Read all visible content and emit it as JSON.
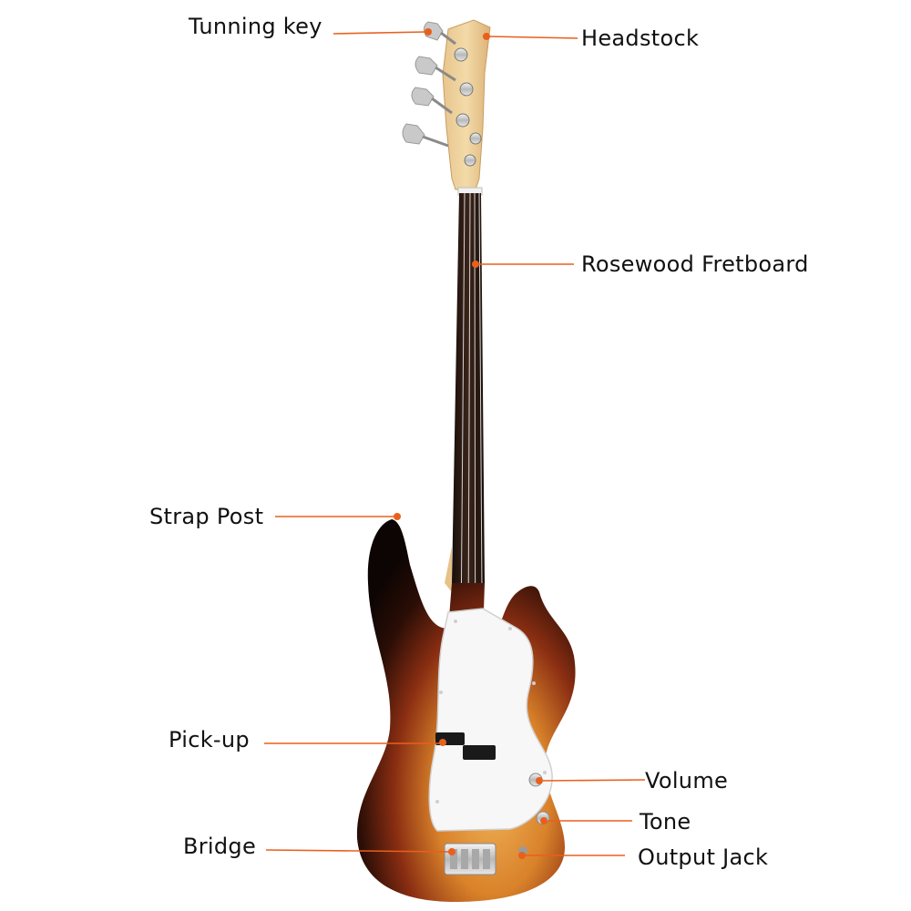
{
  "diagram": {
    "accent_color": "#e8601c",
    "labels": {
      "tuning_key": "Tunning key",
      "headstock": "Headstock",
      "fretboard": "Rosewood Fretboard",
      "strap_post": "Strap Post",
      "pickup": "Pick-up",
      "volume": "Volume",
      "tone": "Tone",
      "bridge": "Bridge",
      "output_jack": "Output Jack"
    }
  }
}
